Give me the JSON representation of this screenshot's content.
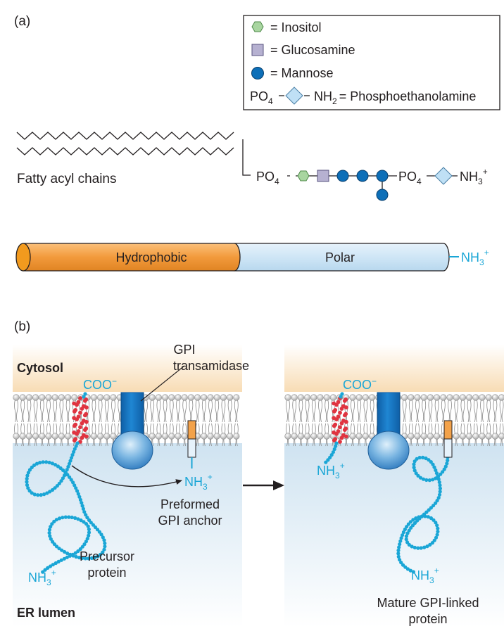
{
  "panel_a": {
    "label": "(a)",
    "legend": {
      "inositol": "= Inositol",
      "glucosamine": "= Glucosamine",
      "mannose": "= Mannose",
      "pe_left": "PO",
      "pe_left_sub": "4",
      "pe_mid": "NH",
      "pe_mid_sub": "2",
      "pe_right": "= Phosphoethanolamine"
    },
    "fatty_label": "Fatty acyl chains",
    "chain": {
      "po4_1": "PO",
      "po4_1_sub": "4",
      "po4_2": "PO",
      "po4_2_sub": "4",
      "nh3": "NH",
      "nh3_sub": "3",
      "nh3_sup": "+"
    },
    "rod": {
      "hydrophobic": "Hydrophobic",
      "polar": "Polar",
      "nh3": "NH",
      "nh3_sub": "3",
      "nh3_sup": "+"
    }
  },
  "panel_b": {
    "label": "(b)",
    "cytosol": "Cytosol",
    "er_lumen": "ER lumen",
    "transamidase_1": "GPI",
    "transamidase_2": "transamidase",
    "coo_left": "COO",
    "coo_left_sup": "−",
    "coo_right": "COO",
    "coo_right_sup": "−",
    "anchor_nh3": "NH",
    "anchor_nh3_sub": "3",
    "anchor_nh3_sup": "+",
    "preformed_1": "Preformed",
    "preformed_2": "GPI anchor",
    "precursor_1": "Precursor",
    "precursor_2": "protein",
    "precursor_nh3": "NH",
    "precursor_nh3_sub": "3",
    "precursor_nh3_sup": "+",
    "helix_nh3": "NH",
    "helix_nh3_sub": "3",
    "helix_nh3_sup": "+",
    "mature_nh3": "NH",
    "mature_nh3_sub": "3",
    "mature_nh3_sup": "+",
    "mature_1": "Mature GPI-linked",
    "mature_2": "protein"
  },
  "colors": {
    "inositol": "#a8d5a0",
    "glucosamine": "#b6b1d1",
    "mannose": "#0d6fb8",
    "phosphoethanolamine": "#bfe0f5",
    "hydrophobic": "#f3a24a",
    "polar": "#cfe6f6",
    "protein": "#1aa6d6",
    "helix": "#e03440",
    "transamidase": "#1673bd"
  }
}
